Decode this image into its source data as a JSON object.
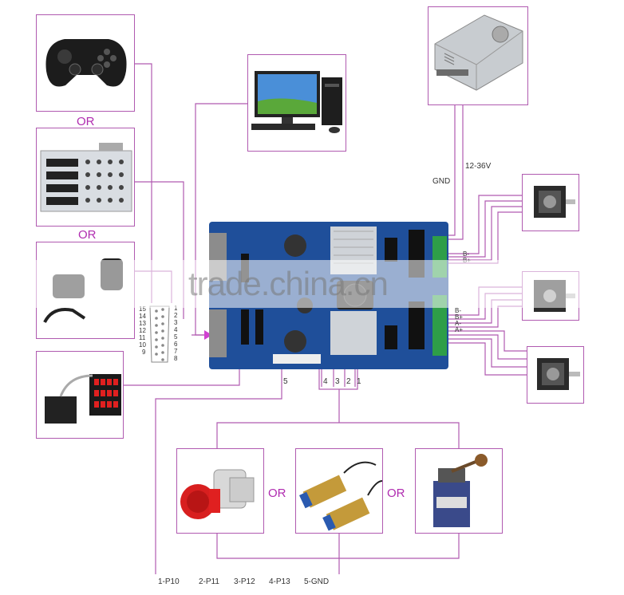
{
  "labels": {
    "or_1": "OR",
    "or_2": "OR",
    "or_3": "OR",
    "or_4": "OR",
    "gnd": "GND",
    "voltage": "12-36V",
    "motor1_pins": [
      "B-",
      "B+"
    ],
    "motor2_pins": [
      "B-",
      "B+",
      "A-",
      "A+"
    ],
    "pin_nums": [
      "4",
      "3",
      "2",
      "1"
    ],
    "pin_5": "5",
    "db15_left": [
      "15",
      "14",
      "13",
      "12",
      "11",
      "10",
      "9"
    ],
    "db15_right": [
      "1",
      "2",
      "3",
      "4",
      "5",
      "6",
      "7",
      "8"
    ],
    "bottom_legend": [
      "1-P10",
      "2-P11",
      "3-P12",
      "4-P13",
      "5-GND"
    ]
  },
  "watermark": "trade.china.cn",
  "colors": {
    "connector": "#b05ab0",
    "board": "#1f4f9a",
    "heatsink": "#cfd3d8",
    "terminal": "#2e9e48"
  },
  "nodes": [
    "gamepad",
    "control-keypad",
    "handwheel-controller",
    "led-display-module",
    "desktop-computer",
    "power-supply",
    "stepper-motor",
    "stepper-motor",
    "stepper-motor",
    "controller-board",
    "emergency-stop-button",
    "proximity-sensors",
    "limit-switch"
  ]
}
